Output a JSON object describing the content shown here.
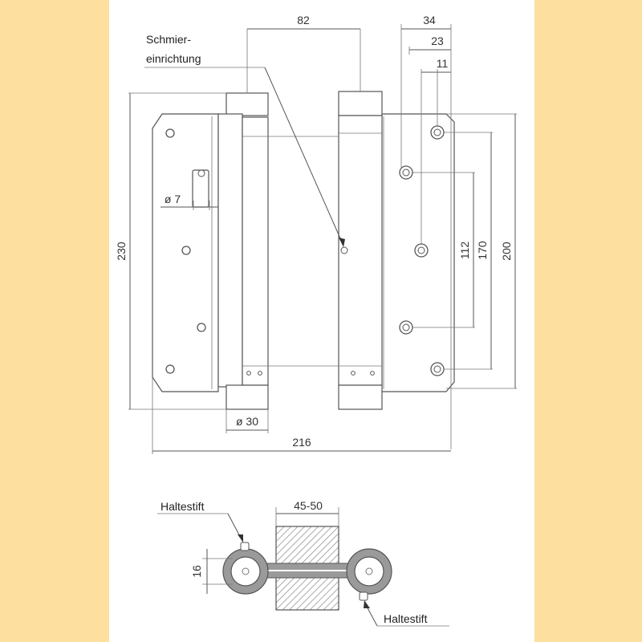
{
  "colors": {
    "background": "#FDDF9F",
    "sheet": "#FFFFFF",
    "line": "#555555",
    "hatch": "#8A8A8A",
    "tube_fill": "#9A9A9A"
  },
  "dimensions": {
    "d82": "82",
    "d34": "34",
    "d23": "23",
    "d11": "11",
    "d230": "230",
    "d200": "200",
    "d170": "170",
    "d112": "112",
    "d216": "216",
    "dia7": "ø 7",
    "dia30": "ø 30",
    "d45_50": "45-50",
    "d16": "16"
  },
  "labels": {
    "lubrication_line1": "Schmier-",
    "lubrication_line2": "einrichtung",
    "retaining_pin_top": "Haltestift",
    "retaining_pin_bottom": "Haltestift"
  }
}
